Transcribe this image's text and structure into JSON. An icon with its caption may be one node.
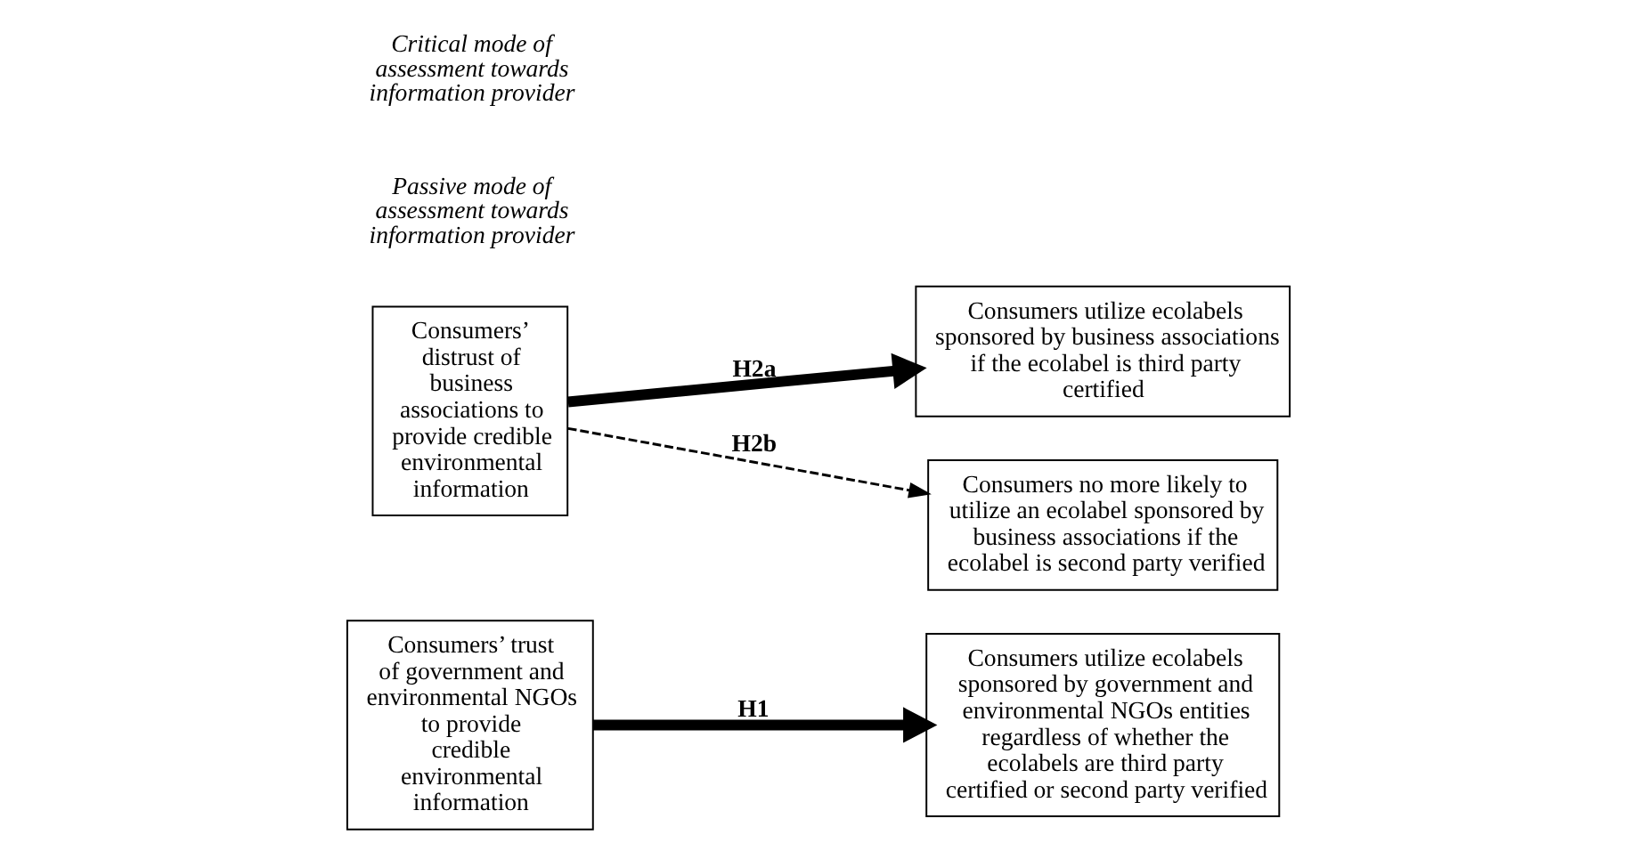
{
  "diagram": {
    "nodes": [
      {
        "text": [
          "Consumers’ trust of government and environmental NGOs to provide credible environmental information"
        ]
      },
      {
        "text": [
          "Consumers utilize ecolabels sponsored by government and environmental NGOs entities regardless of whether the ecolabels are third party certified or second party verified"
        ]
      },
      {
        "text": [
          "Consumers’ distrust of business associations to provide credible environmental information"
        ]
      },
      {
        "text": [
          "Consumers utilize ecolabels sponsored by business associations if the ecolabel is third party certified"
        ]
      },
      {
        "text": [
          "Consumers no more likely to utilize an ecolabel sponsored by business associations if the ecolabel is second party verified"
        ]
      }
    ],
    "edges": [
      {
        "from": 0,
        "to": 1,
        "arrow": "to",
        "label": "H1"
      },
      {
        "from": 2,
        "to": 3,
        "arrow": "to",
        "label": "H2a"
      },
      {
        "from": 2,
        "to": 4,
        "arrow": "to",
        "label": "H2b",
        "style": "dashed"
      }
    ],
    "labels": [
      "Passive mode of assessment towards information provider",
      "Critical mode of assessment towards information provider"
    ]
  }
}
